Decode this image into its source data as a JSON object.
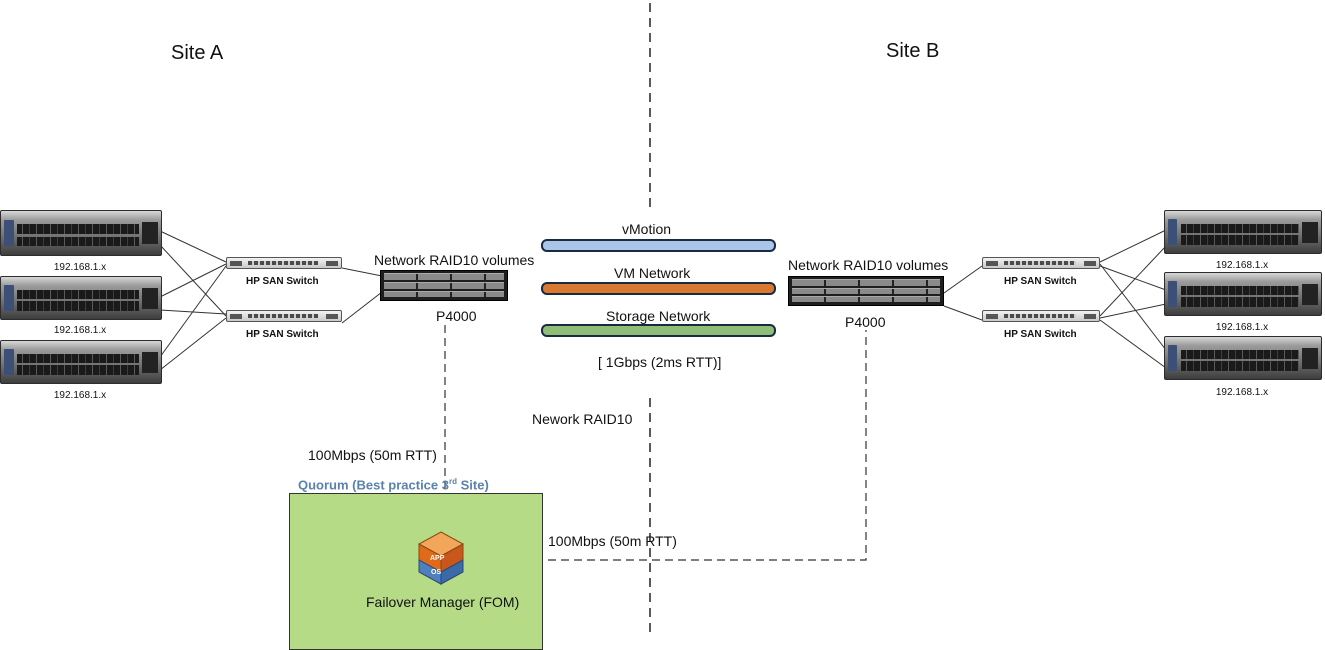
{
  "sites": {
    "a": "Site A",
    "b": "Site B"
  },
  "site_a": {
    "servers": [
      "192.168.1.x",
      "192.168.1.x",
      "192.168.1.x"
    ],
    "switches": [
      "HP SAN Switch",
      "HP SAN Switch"
    ],
    "storage_title": "Network RAID10 volumes",
    "storage_name": "P4000"
  },
  "site_b": {
    "servers": [
      "192.168.1.x",
      "192.168.1.x",
      "192.168.1.x"
    ],
    "switches": [
      "HP SAN Switch",
      "HP SAN Switch"
    ],
    "storage_title": "Network RAID10 volumes",
    "storage_name": "P4000"
  },
  "links": [
    {
      "label": "vMotion",
      "color": "#a9c6e8"
    },
    {
      "label": "VM Network",
      "color": "#d9782f"
    },
    {
      "label": "Storage Network",
      "color": "#8fbf77"
    }
  ],
  "link_speed": "[ 1Gbps (2ms RTT)]",
  "raid_label": "Nework RAID10",
  "wan_left": "100Mbps (50m RTT)",
  "wan_right": "100Mbps (50m RTT)",
  "quorum": {
    "title_main": "Quorum (Best practice 3",
    "title_sup": "rd",
    "title_end": " Site)",
    "fom_label": "Failover Manager (FOM)",
    "fom_icon_top": "APP",
    "fom_icon_bottom": "OS",
    "box_color": "#b5db87"
  }
}
